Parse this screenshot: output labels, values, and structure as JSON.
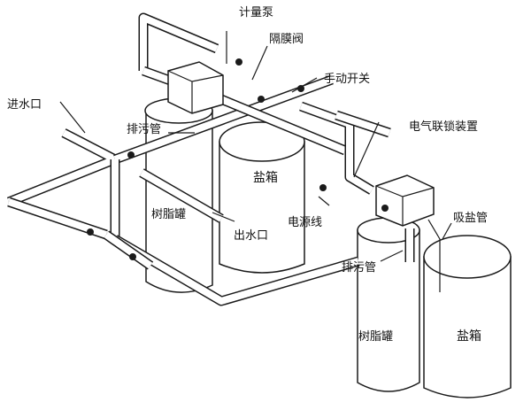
{
  "labels": {
    "metering_pump": "计量泵",
    "diaphragm_valve": "隔膜阀",
    "inlet": "进水口",
    "manual_switch": "手动开关",
    "drain_top": "排污管",
    "electric_interlock": "电气联锁装置",
    "brine_tank_left": "盐箱",
    "resin_tank_left": "树脂罐",
    "outlet": "出水口",
    "power_cord": "电源线",
    "salt_suction_pipe": "吸盐管",
    "drain_bottom": "排污管",
    "resin_tank_right": "树脂罐",
    "brine_tank_right": "盐箱"
  }
}
